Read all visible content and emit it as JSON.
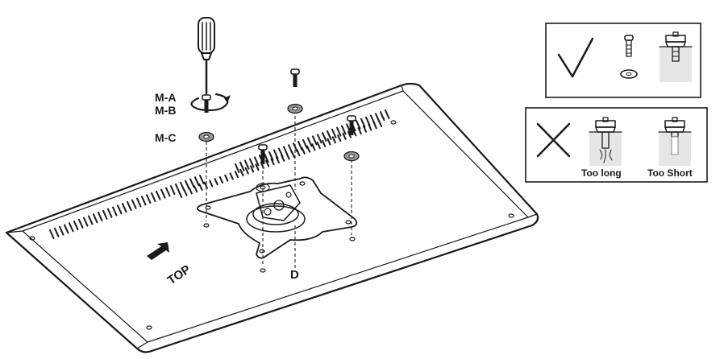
{
  "labels": {
    "ma": "M-A",
    "mb": "M-B",
    "mc": "M-C",
    "d": "D",
    "top": "TOP",
    "too_long": "Too long",
    "too_short": "Too Short"
  },
  "icons": {
    "check": "check-mark-icon",
    "cross": "cross-mark-icon",
    "arrow": "up-arrow-icon",
    "screwdriver": "screwdriver-icon"
  },
  "colors": {
    "ink": "#1a1a1a",
    "gray_fill": "#e6e6e6",
    "washer": "#9a9a9a"
  }
}
